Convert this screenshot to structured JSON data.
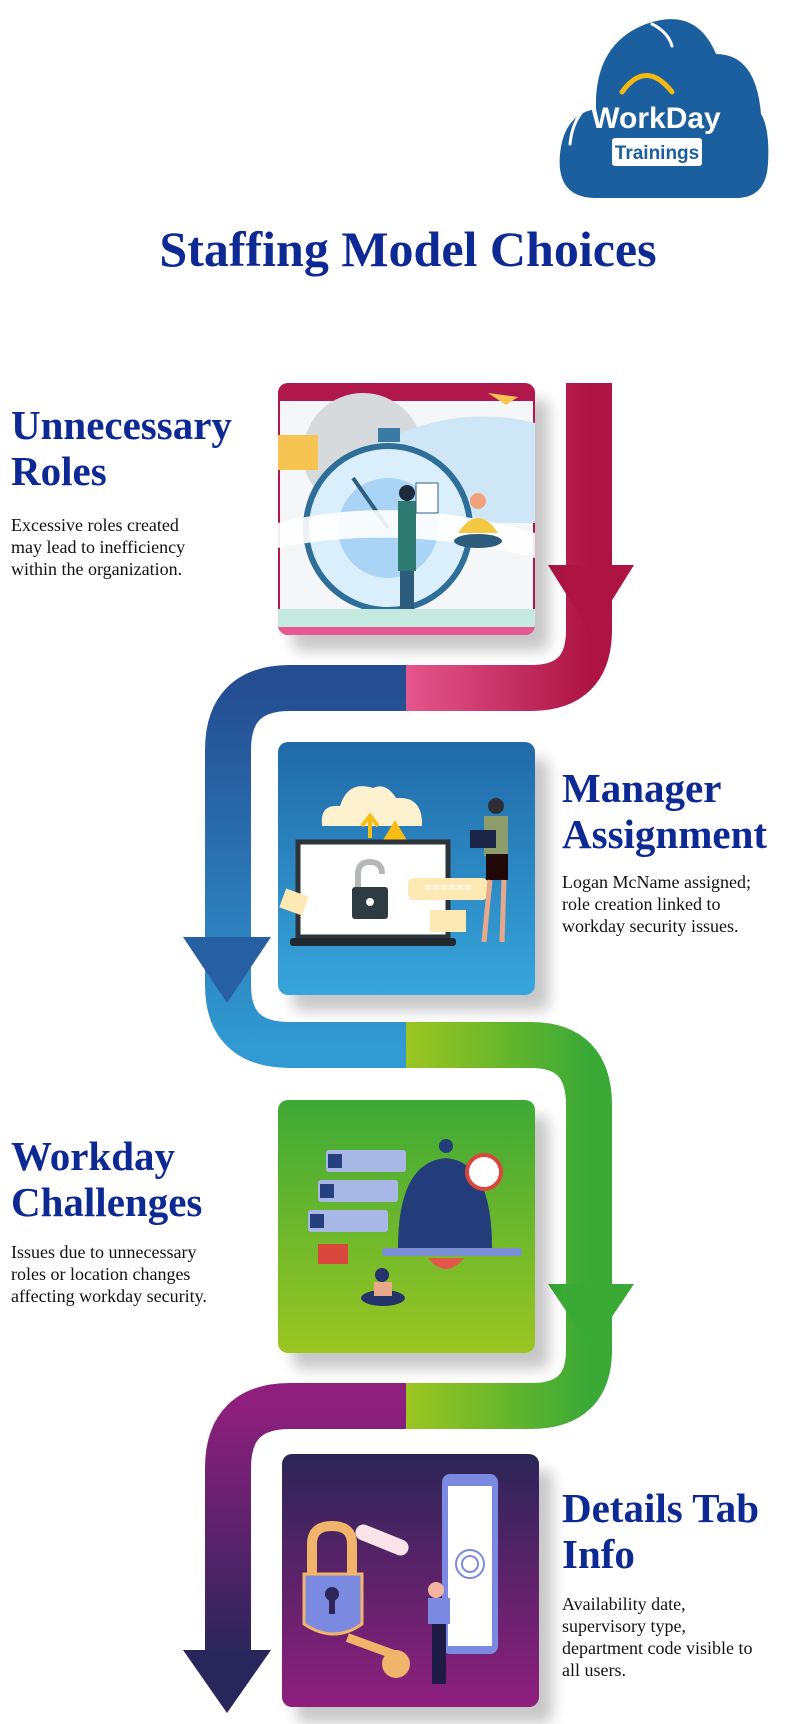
{
  "logo": {
    "brand": "WorkDay",
    "sub": "Trainings",
    "color": "#1b5f9e"
  },
  "page_title": "Staffing Model Choices",
  "steps": [
    {
      "heading_line1": "Unnecessary",
      "heading_line2": "Roles",
      "body_lines": [
        "Excessive roles created",
        "may lead to inefficiency",
        "within the organization."
      ],
      "color": "#b0174a",
      "illustration": "stopwatch-productivity-illustration"
    },
    {
      "heading_line1": "Manager",
      "heading_line2": "Assignment",
      "body_lines": [
        "Logan McName assigned;",
        "role creation linked to",
        "workday security issues."
      ],
      "color": "#2575b5",
      "illustration": "unlocked-laptop-security-illustration"
    },
    {
      "heading_line1": "Workday",
      "heading_line2": "Challenges",
      "body_lines": [
        "Issues due to unnecessary",
        "roles or location changes",
        "affecting workday security."
      ],
      "color": "#7cba26",
      "illustration": "notification-bell-illustration"
    },
    {
      "heading_line1": "Details Tab",
      "heading_line2": "Info",
      "body_lines": [
        "Availability date,",
        "supervisory type,",
        "department code visible to",
        "all users."
      ],
      "color": "#6a2274",
      "illustration": "padlock-phone-fingerprint-illustration"
    }
  ],
  "illustration_text": {
    "password_mask": "******"
  }
}
